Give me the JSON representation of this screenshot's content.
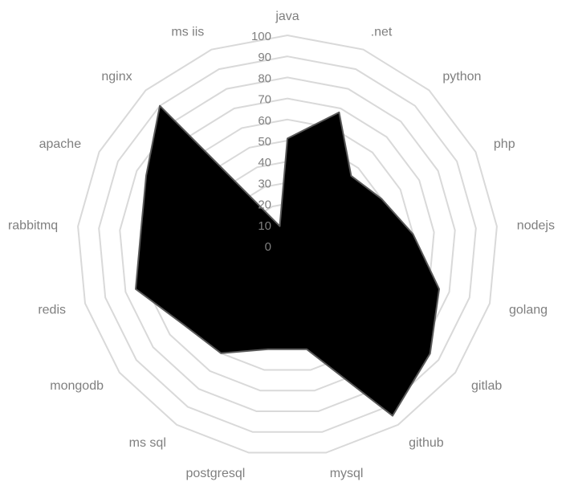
{
  "chart_data": {
    "type": "radar",
    "categories": [
      "java",
      ".net",
      "python",
      "php",
      "nodejs",
      "golang",
      "gitlab",
      "github",
      "mysql",
      "postgresql",
      "ms sql",
      "mongodb",
      "redis",
      "rabbitmq",
      "apache",
      "nginx",
      "ms iis"
    ],
    "series": [
      {
        "values": [
          51,
          68,
          45,
          50,
          60,
          75,
          85,
          95,
          50,
          50,
          60,
          62,
          75,
          70,
          75,
          90,
          10
        ],
        "color": "#000000"
      }
    ],
    "rlim": [
      0,
      100
    ],
    "ticks": [
      0,
      10,
      20,
      30,
      40,
      50,
      60,
      70,
      80,
      90,
      100
    ],
    "grid": true,
    "legend": "none",
    "colors": {
      "grid": "#d9d9d9",
      "label": "#7f7f7f",
      "outline": "#595959"
    }
  }
}
